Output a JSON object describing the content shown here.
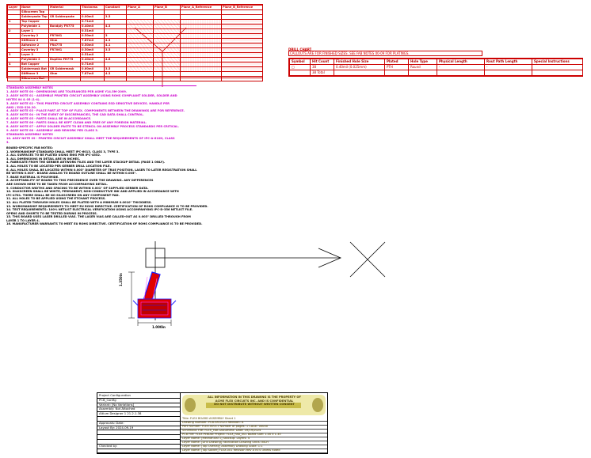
{
  "stackup": {
    "headers": [
      "Layer",
      "Name",
      "Material",
      "Thickness",
      "Constant",
      "Plane_A",
      "Plane_B",
      "Plane_A_Reference",
      "Plane_B_Reference"
    ],
    "rows": [
      [
        "",
        "Silkscreen Top",
        "",
        "",
        "",
        "",
        "",
        "",
        ""
      ],
      [
        "",
        "Solderpaste Top",
        "SR Solderpaste",
        "0.00mil",
        "3.5",
        "",
        "",
        "",
        ""
      ],
      [
        "1",
        "Top Copper",
        "",
        "0.71mil",
        "",
        "",
        "",
        "",
        ""
      ],
      [
        "",
        "Polyimide 1",
        "Bondply FR775",
        "0.40mil",
        "4.3",
        "",
        "",
        "",
        ""
      ],
      [
        "2",
        "Layer 1",
        "",
        "0.51mil",
        "",
        "",
        "",
        "",
        ""
      ],
      [
        "",
        "Coverlay 2",
        "FR7061",
        "0.50mil",
        "3",
        "",
        "",
        "",
        ""
      ],
      [
        "",
        "Stiffener 2",
        "Ohm",
        "7.87mil",
        "4.3",
        "",
        "",
        "",
        ""
      ],
      [
        "",
        "Adhesive 2",
        "FR4775",
        "0.50mil",
        "4.1",
        "",
        "",
        "",
        ""
      ],
      [
        "",
        "Coverlay 3",
        "FR7061",
        "0.50mil",
        "3.5",
        "",
        "",
        "",
        ""
      ],
      [
        "3",
        "Layer 3",
        "",
        "0.51mil",
        "",
        "",
        "",
        "",
        ""
      ],
      [
        "",
        "Polyimide 2",
        "Dupilex FR775",
        "0.40mil",
        "4.8",
        "",
        "",
        "",
        ""
      ],
      [
        "4",
        "Bot Copper",
        "",
        "0.71mil",
        "",
        "",
        "",
        "",
        ""
      ],
      [
        "",
        "Soldermask Bot",
        "SR Soldermask",
        "0.60mil",
        "3.5",
        "",
        "",
        "",
        ""
      ],
      [
        "",
        "Stiffener 3",
        "Ohm",
        "7.87mil",
        "4.3",
        "",
        "",
        "",
        ""
      ],
      [
        "",
        "Silkscreen Bot",
        "",
        "",
        "",
        "",
        "",
        "",
        ""
      ]
    ]
  },
  "drill": {
    "title": "DRILL CHART",
    "subtitle": "CALLOUTS ARE FOR FINISHED SIZES. SEE FAB NOTES 00-09 FOR PLATINGS.",
    "headers": [
      "Symbol",
      "Hit Count",
      "Finished Hole Size",
      "Plated",
      "Hole Type",
      "Physical Length",
      "Rout Path Length",
      "Special Instructions"
    ],
    "rows": [
      [
        "□",
        "38",
        "0.40mil (0.025mm)",
        "PTH",
        "Round",
        "-",
        "-",
        ""
      ],
      [
        "",
        "38 Total",
        "",
        "",
        "",
        "",
        "",
        ""
      ]
    ]
  },
  "assembly_notes": [
    "STANDARD ASSEMBLY NOTES",
    "1. ASSY NOTE 00 - DIMENSIONS ARE TOLERANCED PER ASME Y14.5M-2009.",
    "2. ASSY NOTE 01 - ASSEMBLE PRINTED CIRCUIT ASSEMBLY USING ROHS COMPLIANT SOLDER, SOLDER AND",
    "   NOTES 04 & 05 (1-4).",
    "3. ASSY NOTE 02 - THIS PRINTED CIRCUIT ASSEMBLY CONTAINS ESD SENSITIVE DEVICES. HANDLE PER",
    "   ANSI / ESD S20.20.",
    "4. ASSY NOTE 03 - PLACE PART AT TOP OF FLEX. COMPONENTS BETWEEN THE DRAWINGS ARE FOR REFERENCE.",
    "5. ASSY NOTE 04 - IN THE EVENT OF DISCREPANCIES, THE CAD DATA SHALL CONTROL.",
    "6. ASSY NOTE 05 - PARTS SHALL BE IN ACCORDANCE.",
    "7. ASSY NOTE 06 - PARTS SHALL BE KEPT CLEAN AND FREE OF ANY FOREIGN MATERIAL.",
    "8. ASSY NOTE 07 - APPLY SOLDER PASTE TO BE STENCIL ON ASSEMBLY PROCESS STANDARDS PER CRITICAL.",
    "9. ASSY NOTE 08 - ASSEMBLY AND REWORK PER CLASS 3.",
    "   STANDARD ASSEMBLY NOTES",
    "10. ASSY NOTE 09 - PRINTED CIRCUIT ASSEMBLY SHALL MEET THE REQUIREMENTS OF IPC-A-610H, CLASS",
    "   3."
  ],
  "board_notes": [
    "BOARD-SPECIFIC FAB NOTES:",
    "1. WORKMANSHIP STANDARD SHALL MEET IPC-6013, CLASS 3, TYPE 3.",
    "2. ALL SURFACES TO BE PLATED USING ENIG PER IPC-4552.",
    "3. ALL DIMENSIONS IN DETAIL ARE IN INCHES.",
    "4. FABRICATE FROM THE GERBER ARTWORK FILES AND THE LAYER STACKUP DETAIL (PAGE 1 ONLY).",
    "5. ALL HOLES TO BE LOCATED PER GERBER DRILL LOCATION FILE.",
    "6. ALL HOLES SHALL BE LOCATED WITHIN 0.003\" DIAMETER OF TRUE POSITION. LASER TO LATER REGISTRATION SHALL",
    "BE WITHIN 0.005\". BOARD ANALOG TO BOARD OUTLINE SHALL BE WITHIN 0.005\".",
    "7. BASE MATERIAL IS POLYIMIDE.",
    "8. ACCEPTABILITY OF BOARD TO THIS PRECEDENCE OVER THE DRAWING. ANY DIFFERENCES",
    "ARE SHOWN HERE TO BE TAKEN FROM ACCOMPANYING DETAIL.",
    "9. CONDUCTOR WIDTHS AND SPACING TO BE WITHIN 0.001\" OF SUPPLIED GERBER DATA.",
    "10. SILKSCREEN SHALL BE WHITE, PERMANENT, NON-CONDUCTIVE INK AND APPLIED IN ACCORDANCE WITH",
    "IPC-4781. THERE SHALL BE NO SILKSCREEN ON ANY COMPONENT PAD.",
    "11. ALL HOLES TO BE APPLIED USING THE ETCHANT PROCESS.",
    "12. ALL PLATED THROUGH HOLES SHALL BE PLATED WITH A MINIMUM 0.0010\" THICKNESS.",
    "13. WORKMANSHIP REQUIREMENTS TO MEET EU ROHS DIRECTIVE. CERTIFICATION OF ROHS COMPLIANCE IS TO BE PROVIDED.",
    "14. TEST REQUIREMENTS: 100% NETLIST ELECTRICAL VERIFICATION USING ACCOMPANYING IPC-D-356 NETLIST FILE.",
    "OPENS AND SHORTS TO BE TESTED DURING IN PROCESS.",
    "15. THIS BOARD USES LASER DRILLED VIAS. THE LASER VIAS ARE CALLED-OUT AS 0.003\" DRILLED THROUGH FROM",
    "LAYER 1 TO LAYER 4.",
    "16. MANUFACTURER WARRANTS TO MEET EU ROHS DIRECTIVE. CERTIFICATION OF ROHS COMPLIANCE IS TO BE PROVIDED."
  ],
  "dimensions": {
    "height": "1.350in",
    "width": "1.000in"
  },
  "title_block": {
    "left_rows": [
      "Project Configuration",
      "PCB_Config",
      "Variant: [No Variations]",
      "Assembly: Not Attached",
      "Altium Designer 1     21.2.1.38",
      "",
      "Approvals:          Date:",
      "Layout By:          2024-09-19",
      "",
      "",
      "",
      "Checked by:",
      ""
    ],
    "company_lines": [
      "ALL INFORMATION IN THIS DRAWING IS THE PROPERTY OF",
      "ACME FLEX CIRCUITS INC. AND IS CONFIDENTIAL",
      "DO NOT DISTRIBUTE WITHOUT WRITTEN CONSENT"
    ],
    "right_rows": [
      "Title:                      FLEX BOARD ASSEMBLY                  Sheet 1",
      "Drawing Number:              PCB-SR-0023                          Revision: A",
      "Part Number: FLEX-00011      Number of pages: 1                   CAGE: 00000",
      "Schematic File: FLEX_FAB    Document:                            Date: 09/19/2024",
      "PCB File: FLEX.PcbDoc       Project: FLEX_FAB_001                Board Size: 1.00 x 1.35",
      "Layer Name: [Mechanical 1]  Stackup:                             Layers: 4",
      "Layer Name: [Drill Drawing] Fabrication Drawing                  Units: INCH",
      "Layer Name: [Top Overlay]   Assembly Drawing                     Scale: 1:1",
      "Layer Name: [Top Solder]    FLEX-001 Revision Rev A              NTS unless noted"
    ]
  },
  "colors": {
    "stackup_red": "#cc0000",
    "notes_magenta": "#cc00cc",
    "board_red": "#e00000",
    "board_blue": "#1a1aff",
    "logo_yellow": "#eee9a8"
  }
}
